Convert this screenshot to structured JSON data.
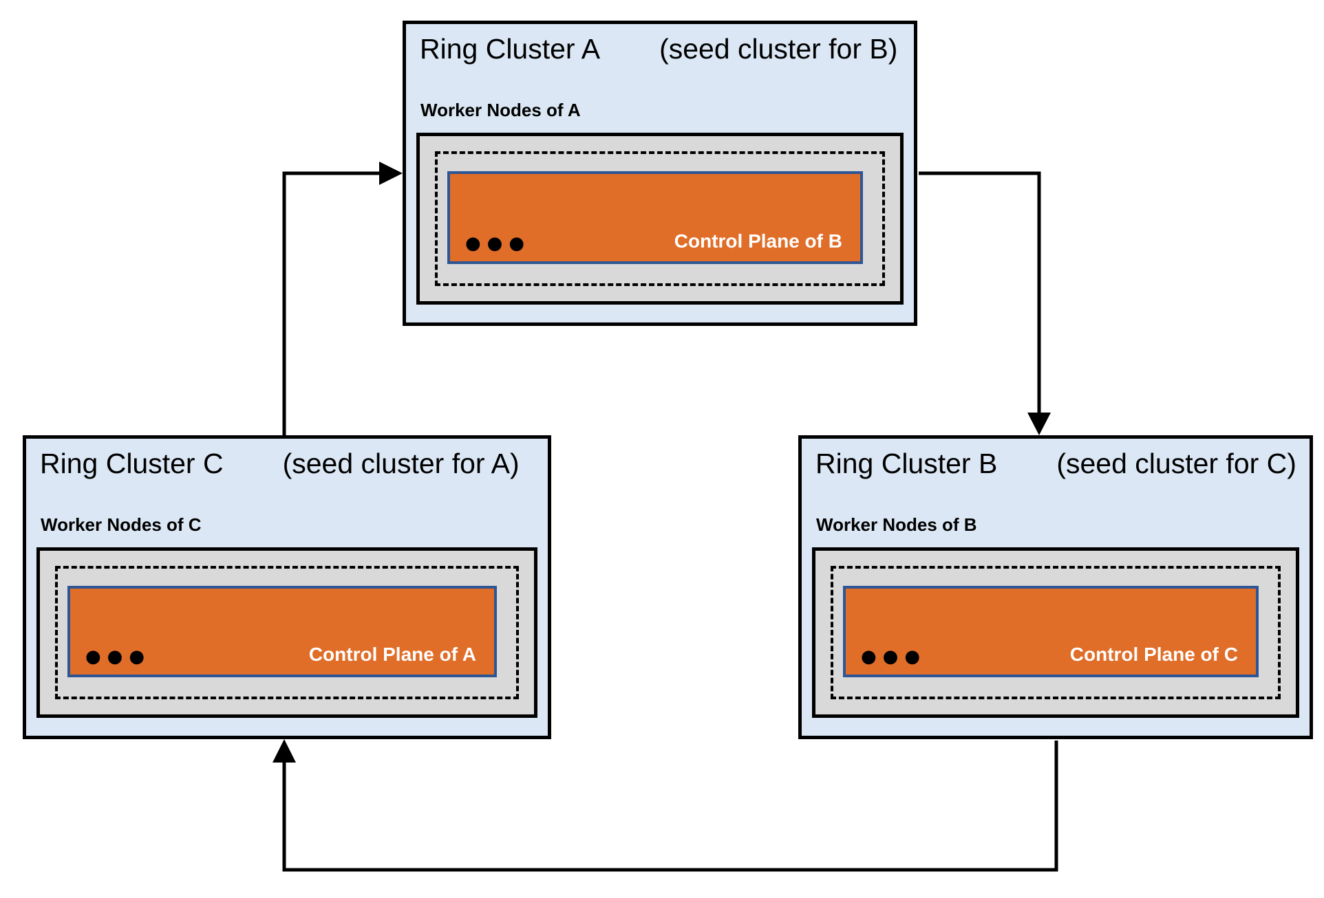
{
  "colors": {
    "cluster_fill": "#dbe7f4",
    "cluster_border": "#000000",
    "worker_fill": "#d9d9d9",
    "control_plane_fill": "#e06d28",
    "control_plane_border": "#2e5594",
    "arrow_color": "#000000",
    "text_color": "#000000",
    "control_plane_text_color": "#ffffff"
  },
  "clusters": [
    {
      "id": "A",
      "title": "Ring Cluster A",
      "subtitle": "(seed cluster for B)",
      "worker_label": "Worker Nodes of A",
      "control_plane_label": "Control Plane of B",
      "dots": "●●●"
    },
    {
      "id": "C",
      "title": "Ring Cluster C",
      "subtitle": "(seed cluster for A)",
      "worker_label": "Worker Nodes of C",
      "control_plane_label": "Control Plane of A",
      "dots": "●●●"
    },
    {
      "id": "B",
      "title": "Ring Cluster B",
      "subtitle": "(seed cluster for C)",
      "worker_label": "Worker Nodes of B",
      "control_plane_label": "Control Plane of C",
      "dots": "●●●"
    }
  ],
  "arrows": [
    {
      "from": "C",
      "to": "A"
    },
    {
      "from": "A",
      "to": "B"
    },
    {
      "from": "B",
      "to": "C"
    }
  ]
}
